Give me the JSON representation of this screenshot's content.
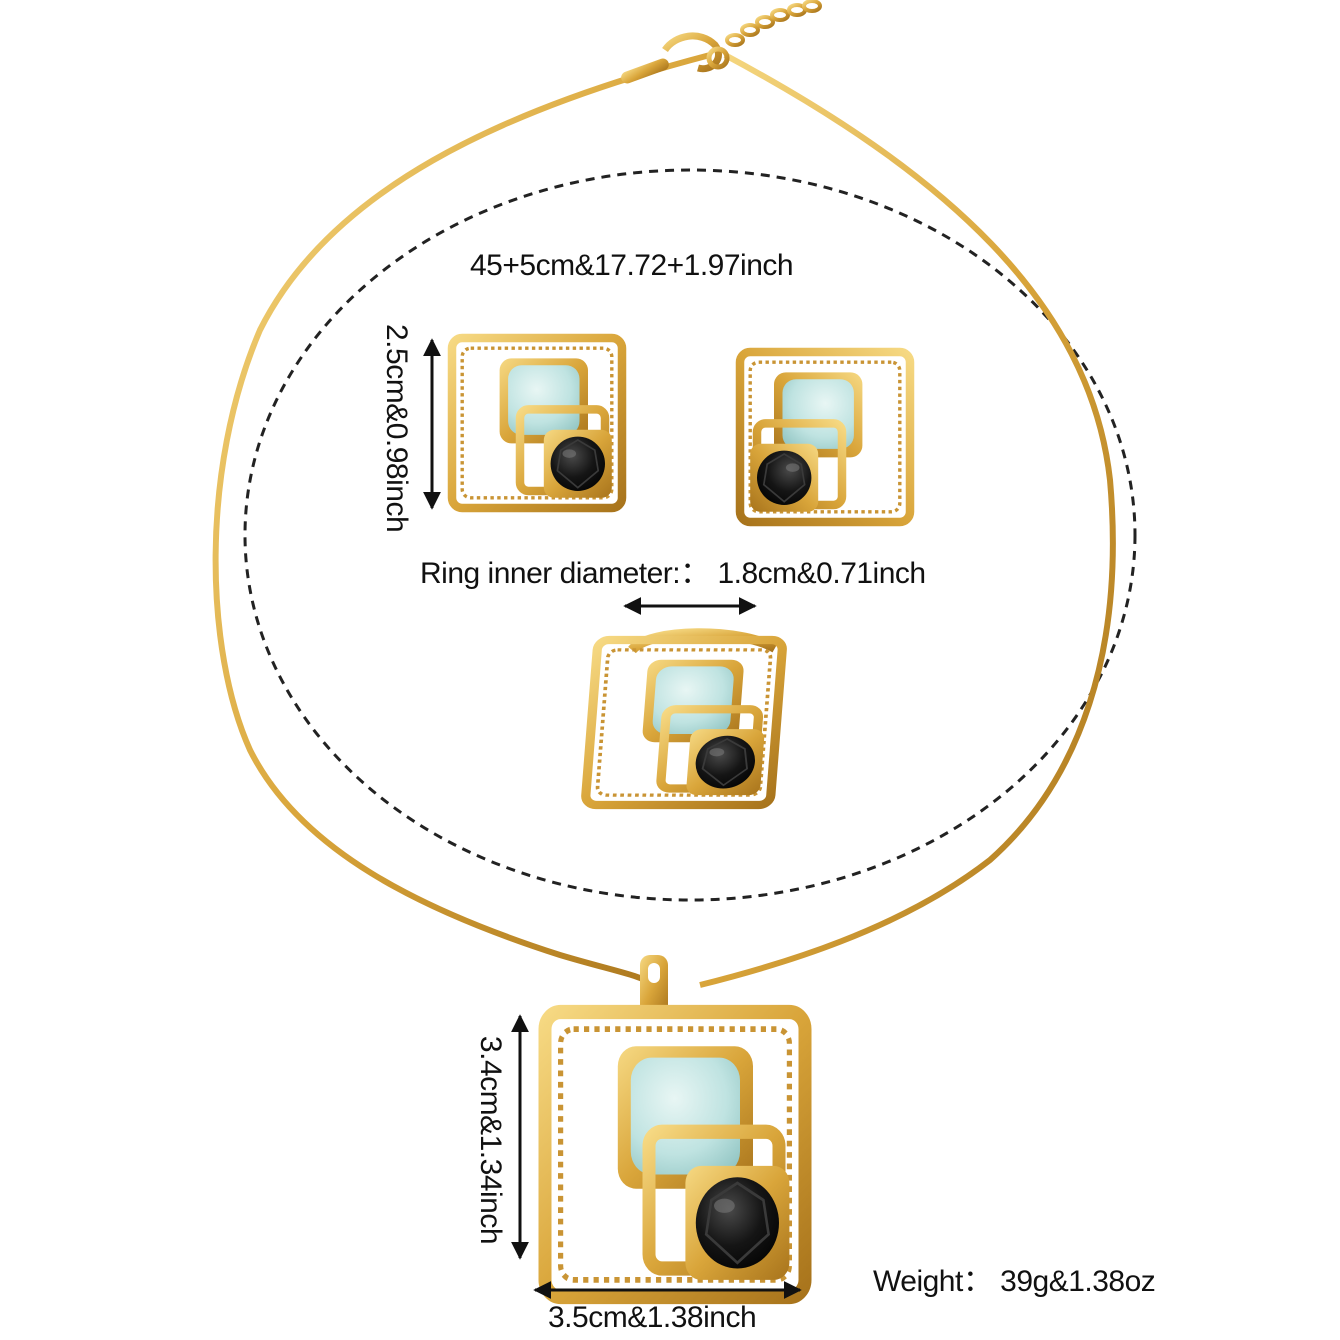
{
  "labels": {
    "necklace_length": "45+5cm&17.72+1.97inch",
    "earring_size": "2.5cm&0.98inch",
    "ring_diameter": "Ring inner diameter:：  1.8cm&0.71inch",
    "pendant_height": "3.4cm&1.34inch",
    "pendant_width": "3.5cm&1.38inch",
    "weight": "Weight：  39g&1.38oz"
  },
  "colors": {
    "gold": "#d9a53a",
    "gold_light": "#f3d27a",
    "gold_dark": "#a8741c",
    "aqua_stone": "#bfe3e1",
    "black_stone": "#121212",
    "text": "#111111"
  },
  "icons": [
    "double-arrow-icon",
    "dashed-circle-outline"
  ]
}
